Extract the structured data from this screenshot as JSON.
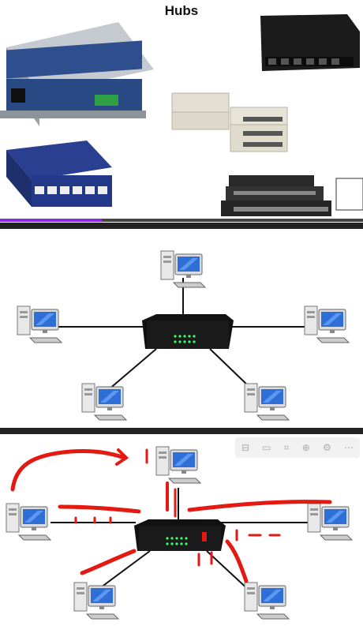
{
  "slide1": {
    "title": "Hubs",
    "progress": 0.28,
    "accent_color": "#8a2be2"
  },
  "slide2": {
    "topology": "star",
    "computers": [
      "top",
      "left",
      "right",
      "bottom-left",
      "bottom-right"
    ]
  },
  "slide3": {
    "annotation_color": "#e21a12",
    "toolbar_icons": [
      "stop-icon",
      "page-icon",
      "crop-icon",
      "zoom-icon",
      "settings-icon",
      "more-icon"
    ]
  }
}
